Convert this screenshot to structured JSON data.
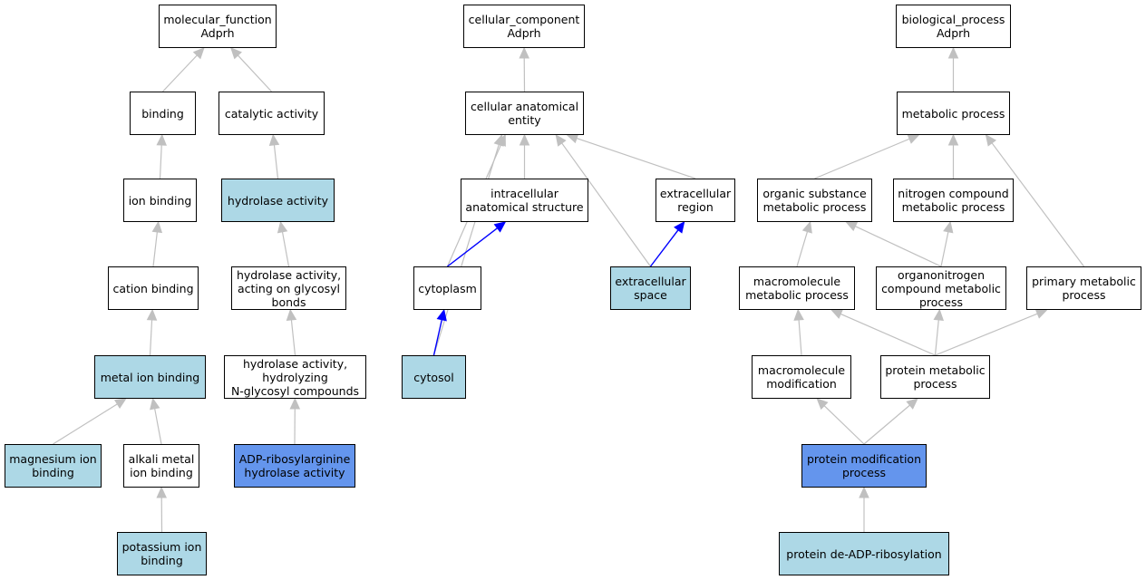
{
  "colors": {
    "default_fill": "#ffffff",
    "annotated_fill": "#add8e6",
    "highlight_fill": "#6495ed",
    "edge_gray": "#c0c0c0",
    "edge_blue": "#0000ff"
  },
  "nodes": {
    "mf_root": {
      "label": "molecular_function\nAdprh",
      "style": "plain"
    },
    "binding": {
      "label": "binding",
      "style": "plain"
    },
    "catalytic": {
      "label": "catalytic activity",
      "style": "plain"
    },
    "ion_binding": {
      "label": "ion binding",
      "style": "plain"
    },
    "hydrolase": {
      "label": "hydrolase activity",
      "style": "annotated"
    },
    "cation_binding": {
      "label": "cation binding",
      "style": "plain"
    },
    "hydrolase_glycosyl": {
      "label": "hydrolase activity,\nacting on glycosyl\nbonds",
      "style": "plain"
    },
    "metal_ion": {
      "label": "metal ion binding",
      "style": "annotated"
    },
    "hydrolase_nglycosyl": {
      "label": "hydrolase activity,\nhydrolyzing\nN-glycosyl compounds",
      "style": "plain"
    },
    "magnesium": {
      "label": "magnesium ion\nbinding",
      "style": "annotated"
    },
    "alkali": {
      "label": "alkali metal\nion binding",
      "style": "plain"
    },
    "adp_hydrolase": {
      "label": "ADP-ribosylarginine\nhydrolase activity",
      "style": "highlight"
    },
    "potassium": {
      "label": "potassium ion\nbinding",
      "style": "annotated"
    },
    "cc_root": {
      "label": "cellular_component\nAdprh",
      "style": "plain"
    },
    "cae": {
      "label": "cellular anatomical\nentity",
      "style": "plain"
    },
    "intracellular": {
      "label": "intracellular\nanatomical structure",
      "style": "plain"
    },
    "extracellular_region": {
      "label": "extracellular\nregion",
      "style": "plain"
    },
    "cytoplasm": {
      "label": "cytoplasm",
      "style": "plain"
    },
    "extracellular_space": {
      "label": "extracellular\nspace",
      "style": "annotated"
    },
    "cytosol": {
      "label": "cytosol",
      "style": "annotated"
    },
    "bp_root": {
      "label": "biological_process\nAdprh",
      "style": "plain"
    },
    "metabolic": {
      "label": "metabolic process",
      "style": "plain"
    },
    "organic": {
      "label": "organic substance\nmetabolic process",
      "style": "plain"
    },
    "nitrogen": {
      "label": "nitrogen compound\nmetabolic process",
      "style": "plain"
    },
    "macromolecule_met": {
      "label": "macromolecule\nmetabolic process",
      "style": "plain"
    },
    "organonitrogen": {
      "label": "organonitrogen\ncompound metabolic\nprocess",
      "style": "plain"
    },
    "primary": {
      "label": "primary metabolic\nprocess",
      "style": "plain"
    },
    "macromolecule_mod": {
      "label": "macromolecule\nmodification",
      "style": "plain"
    },
    "protein_met": {
      "label": "protein metabolic\nprocess",
      "style": "plain"
    },
    "protein_mod": {
      "label": "protein modification\nprocess",
      "style": "highlight"
    },
    "de_adp": {
      "label": "protein de-ADP-ribosylation",
      "style": "annotated"
    }
  },
  "edges": [
    {
      "from": "binding",
      "to": "mf_root",
      "color": "gray"
    },
    {
      "from": "catalytic",
      "to": "mf_root",
      "color": "gray"
    },
    {
      "from": "ion_binding",
      "to": "binding",
      "color": "gray"
    },
    {
      "from": "hydrolase",
      "to": "catalytic",
      "color": "gray"
    },
    {
      "from": "cation_binding",
      "to": "ion_binding",
      "color": "gray"
    },
    {
      "from": "hydrolase_glycosyl",
      "to": "hydrolase",
      "color": "gray"
    },
    {
      "from": "metal_ion",
      "to": "cation_binding",
      "color": "gray"
    },
    {
      "from": "hydrolase_nglycosyl",
      "to": "hydrolase_glycosyl",
      "color": "gray"
    },
    {
      "from": "magnesium",
      "to": "metal_ion",
      "color": "gray"
    },
    {
      "from": "alkali",
      "to": "metal_ion",
      "color": "gray"
    },
    {
      "from": "adp_hydrolase",
      "to": "hydrolase_nglycosyl",
      "color": "gray"
    },
    {
      "from": "potassium",
      "to": "alkali",
      "color": "gray"
    },
    {
      "from": "cae",
      "to": "cc_root",
      "color": "gray"
    },
    {
      "from": "intracellular",
      "to": "cae",
      "color": "gray"
    },
    {
      "from": "extracellular_region",
      "to": "cae",
      "color": "gray"
    },
    {
      "from": "cytoplasm",
      "to": "cae",
      "color": "gray"
    },
    {
      "from": "extracellular_space",
      "to": "cae",
      "color": "gray"
    },
    {
      "from": "cytosol",
      "to": "cae",
      "color": "gray"
    },
    {
      "from": "cytoplasm",
      "to": "intracellular",
      "color": "blue"
    },
    {
      "from": "extracellular_space",
      "to": "extracellular_region",
      "color": "blue"
    },
    {
      "from": "cytosol",
      "to": "cytoplasm",
      "color": "blue"
    },
    {
      "from": "metabolic",
      "to": "bp_root",
      "color": "gray"
    },
    {
      "from": "organic",
      "to": "metabolic",
      "color": "gray"
    },
    {
      "from": "nitrogen",
      "to": "metabolic",
      "color": "gray"
    },
    {
      "from": "primary",
      "to": "metabolic",
      "color": "gray"
    },
    {
      "from": "macromolecule_met",
      "to": "organic",
      "color": "gray"
    },
    {
      "from": "organonitrogen",
      "to": "organic",
      "color": "gray"
    },
    {
      "from": "organonitrogen",
      "to": "nitrogen",
      "color": "gray"
    },
    {
      "from": "macromolecule_mod",
      "to": "macromolecule_met",
      "color": "gray"
    },
    {
      "from": "protein_met",
      "to": "macromolecule_met",
      "color": "gray"
    },
    {
      "from": "protein_met",
      "to": "organonitrogen",
      "color": "gray"
    },
    {
      "from": "protein_met",
      "to": "primary",
      "color": "gray"
    },
    {
      "from": "protein_mod",
      "to": "macromolecule_mod",
      "color": "gray"
    },
    {
      "from": "protein_mod",
      "to": "protein_met",
      "color": "gray"
    },
    {
      "from": "de_adp",
      "to": "protein_mod",
      "color": "gray"
    }
  ]
}
